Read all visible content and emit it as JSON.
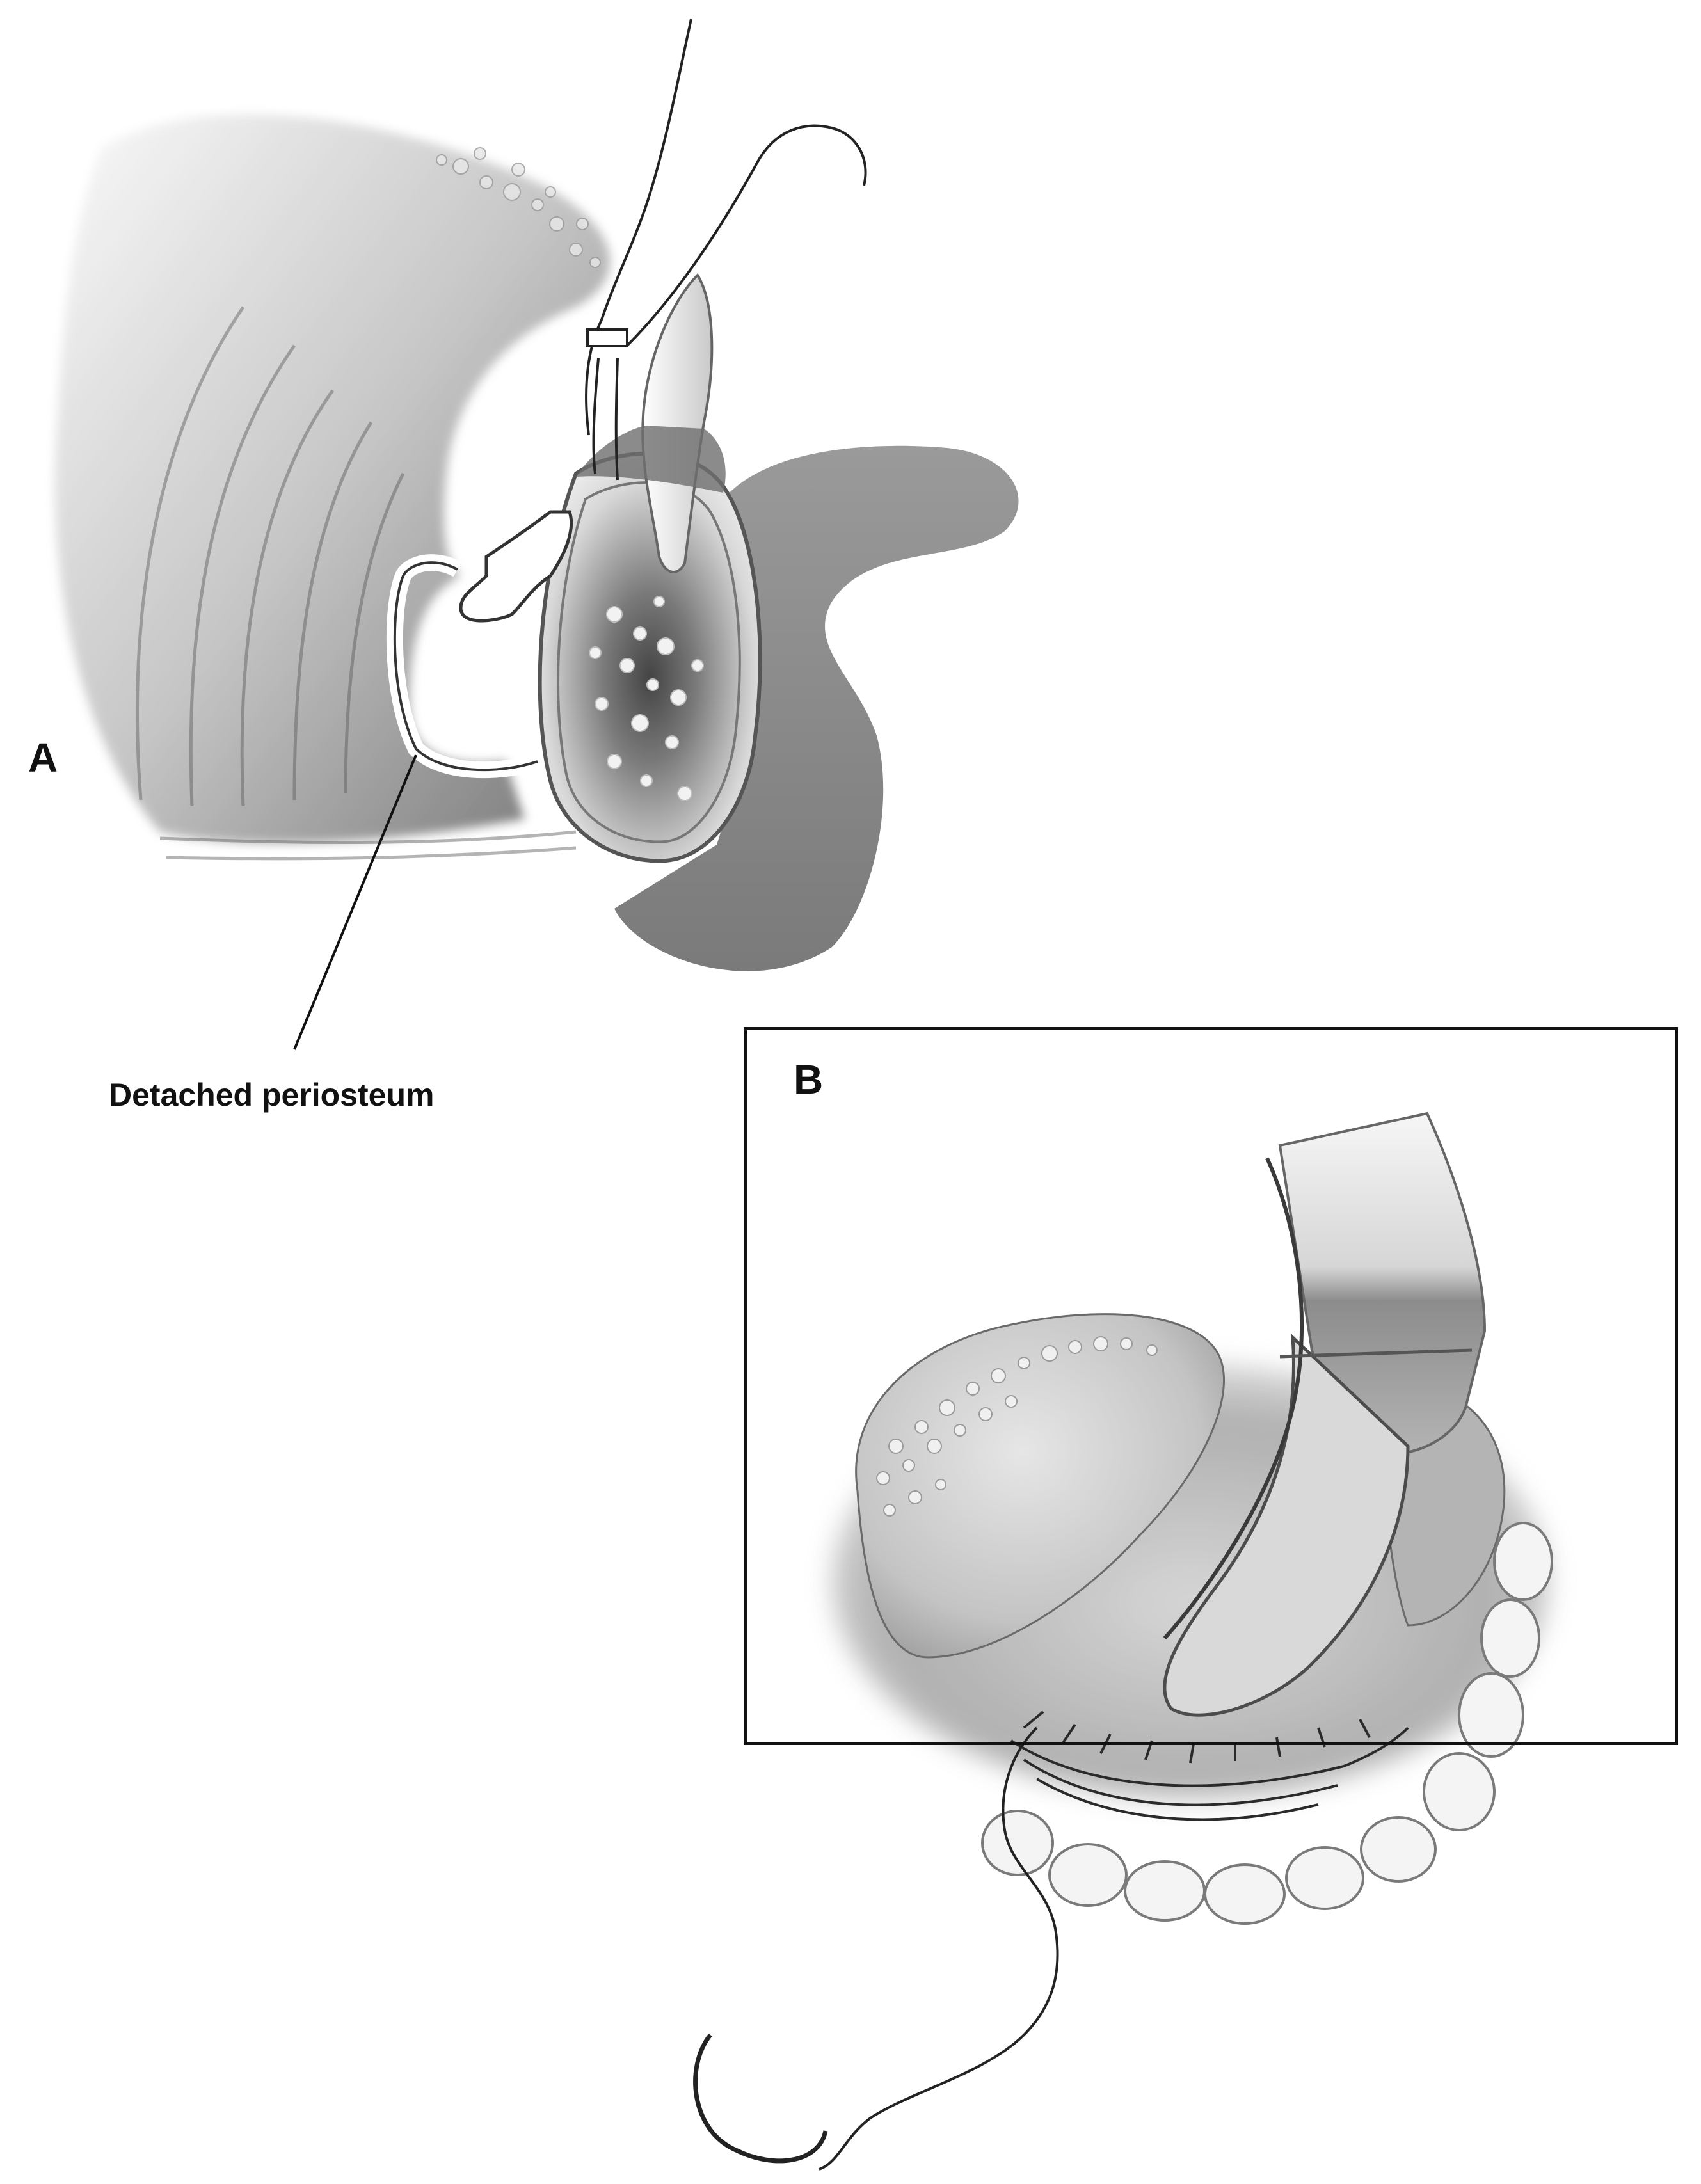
{
  "figure": {
    "panels": [
      {
        "letter": "A",
        "annotation": "Detached periosteum"
      },
      {
        "letter": "B"
      }
    ]
  }
}
